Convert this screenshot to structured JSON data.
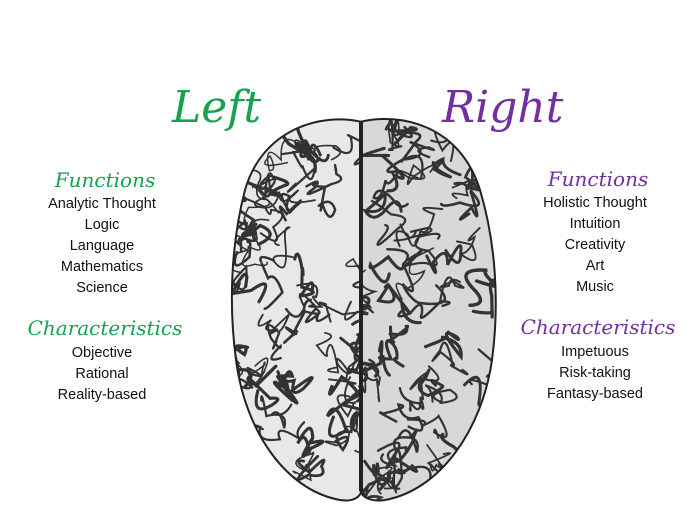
{
  "left": {
    "title": "Left",
    "functions_heading": "Functions",
    "functions": [
      "Analytic Thought",
      "Logic",
      "Language",
      "Mathematics",
      "Science"
    ],
    "characteristics_heading": "Characteristics",
    "characteristics": [
      "Objective",
      "Rational",
      "Reality-based"
    ]
  },
  "right": {
    "title": "Right",
    "functions_heading": "Functions",
    "functions": [
      "Holistic Thought",
      "Intuition",
      "Creativity",
      "Art",
      "Music"
    ],
    "characteristics_heading": "Characteristics",
    "characteristics": [
      "Impetuous",
      "Risk-taking",
      "Fantasy-based"
    ]
  },
  "colors": {
    "left": "#16a24f",
    "right": "#7030a0"
  }
}
